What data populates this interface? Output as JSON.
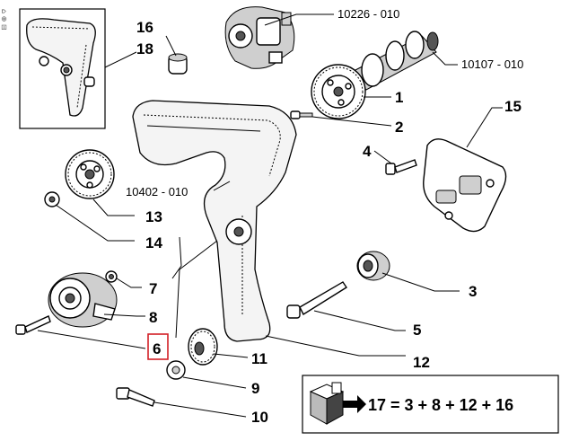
{
  "toolbar_glyphs": "⌂ ⊕ ⊟",
  "callouts": {
    "c1": "1",
    "c2": "2",
    "c3": "3",
    "c4": "4",
    "c5": "5",
    "c6": "6",
    "c7": "7",
    "c8": "8",
    "c9": "9",
    "c10": "10",
    "c11": "11",
    "c12": "12",
    "c13": "13",
    "c14": "14",
    "c15": "15",
    "c16": "16",
    "c18": "18"
  },
  "part_refs": {
    "pump": "10226 - 010",
    "camshaft": "10107 - 010",
    "belt": "10402 - 010"
  },
  "kit": {
    "formula": "17 = 3 + 8 + 12 + 16"
  },
  "colors": {
    "highlight": "#d21f26"
  }
}
